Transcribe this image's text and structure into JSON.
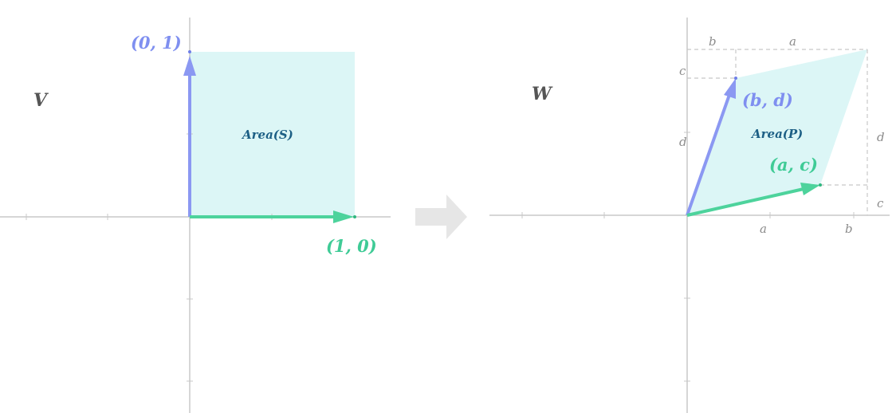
{
  "colors": {
    "blue_vector": "#8b98f2",
    "green_vector": "#4dd39c",
    "region_fill": "#dcf6f6",
    "axis": "#c8c8c8",
    "guide": "#c7c7c7",
    "arrow_between": "#e6e6e6"
  },
  "left": {
    "space_label": "V",
    "area_label": "Area(S)",
    "vector_j_label": "(0, 1)",
    "vector_i_label": "(1, 0)"
  },
  "right": {
    "space_label": "W",
    "area_label": "Area(P)",
    "vector_bd_label": "(b, d)",
    "vector_ac_label": "(a, c)",
    "dims": {
      "top_b": "b",
      "top_a": "a",
      "left_c": "c",
      "left_d": "d",
      "right_d": "d",
      "right_c": "c",
      "bottom_a": "a",
      "bottom_b": "b"
    }
  },
  "between_icon": "right-arrow-icon"
}
